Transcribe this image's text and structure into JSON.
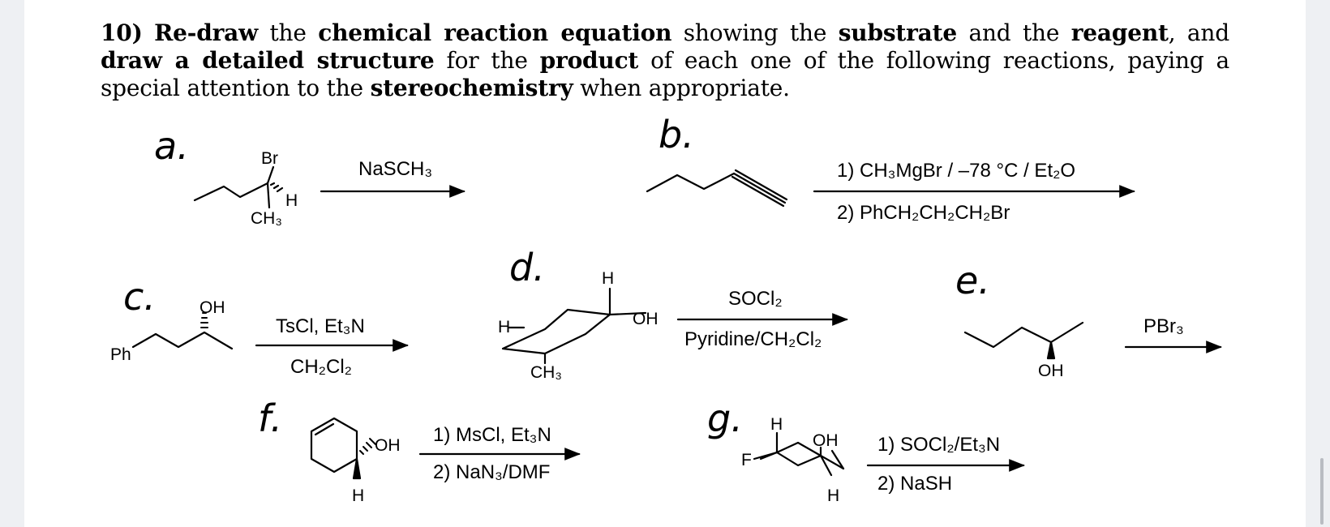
{
  "question": {
    "number": "10)",
    "parts": [
      {
        "text": "Re-draw",
        "bold": true
      },
      {
        "text": " the ",
        "bold": false
      },
      {
        "text": "chemical reaction equation",
        "bold": true
      },
      {
        "text": " showing the ",
        "bold": false
      },
      {
        "text": "substrate",
        "bold": true
      },
      {
        "text": " and the ",
        "bold": false
      },
      {
        "text": "reagent",
        "bold": true
      },
      {
        "text": ", and ",
        "bold": false
      },
      {
        "text": "draw a detailed structure",
        "bold": true
      },
      {
        "text": " for the ",
        "bold": false
      },
      {
        "text": "product",
        "bold": true
      },
      {
        "text": " of each one of the following reactions, paying a special attention to the ",
        "bold": false
      },
      {
        "text": "stereochemistry",
        "bold": true
      },
      {
        "text": " when appropriate.",
        "bold": false
      }
    ]
  },
  "reactions": {
    "a": {
      "letter": "a.",
      "reagent": "NaSCH₃",
      "atoms": {
        "br": "Br",
        "h": "H",
        "ch3": "CH₃"
      }
    },
    "b": {
      "letter": "b.",
      "reagent_1": "1) CH₃MgBr / –78 °C / Et₂O",
      "reagent_2": "2) PhCH₂CH₂CH₂Br"
    },
    "c": {
      "letter": "c.",
      "reagent_top": "TsCl, Et₃N",
      "reagent_bottom": "CH₂Cl₂",
      "atoms": {
        "oh": "OH",
        "ph": "Ph"
      }
    },
    "d": {
      "letter": "d.",
      "reagent_top": "SOCl₂",
      "reagent_bottom": "Pyridine/CH₂Cl₂",
      "atoms": {
        "h_top": "H",
        "h_left": "H",
        "oh": "OH",
        "ch3": "CH₃"
      }
    },
    "e": {
      "letter": "e.",
      "reagent": "PBr₃",
      "atoms": {
        "oh": "OH"
      }
    },
    "f": {
      "letter": "f.",
      "reagent_1": "1) MsCl, Et₃N",
      "reagent_2": "2) NaN₃/DMF",
      "atoms": {
        "oh": "OH",
        "h": "H"
      }
    },
    "g": {
      "letter": "g.",
      "reagent_1": "1) SOCl₂/Et₃N",
      "reagent_2": "2) NaSH",
      "atoms": {
        "h_top": "H",
        "f": "F",
        "oh": "OH",
        "h_bottom": "H"
      }
    }
  }
}
